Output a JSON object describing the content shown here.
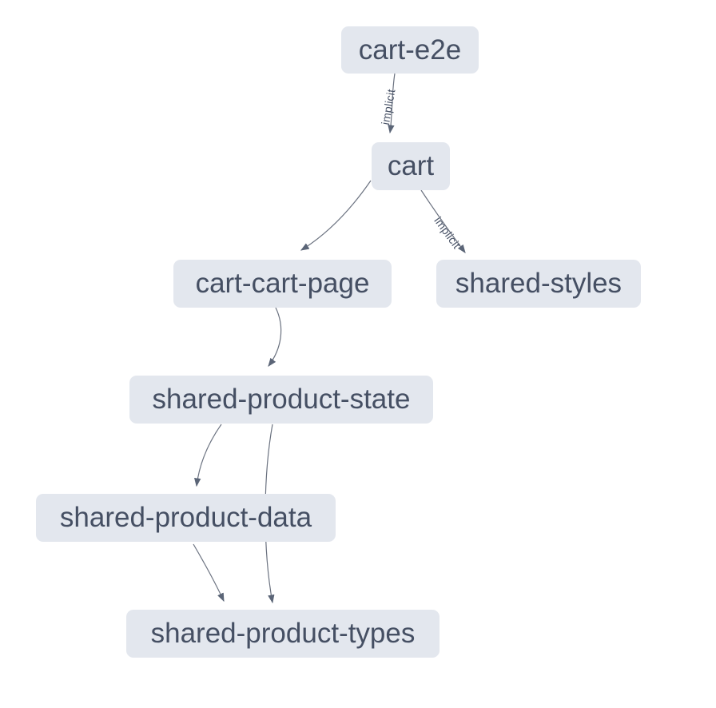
{
  "colors": {
    "background": "#ffffff",
    "node-fill": "#e3e7ee",
    "node-text-color": "#454f63",
    "edge-color": "#6b7280",
    "edge-arrow-color": "#5b6577",
    "edge-label-color": "#4a5468"
  },
  "graph": {
    "nodes": [
      {
        "id": "cart-e2e",
        "label": "cart-e2e"
      },
      {
        "id": "cart",
        "label": "cart"
      },
      {
        "id": "cart-cart-page",
        "label": "cart-cart-page"
      },
      {
        "id": "shared-styles",
        "label": "shared-styles"
      },
      {
        "id": "shared-product-state",
        "label": "shared-product-state"
      },
      {
        "id": "shared-product-data",
        "label": "shared-product-data"
      },
      {
        "id": "shared-product-types",
        "label": "shared-product-types"
      }
    ],
    "edges": [
      {
        "from": "cart-e2e",
        "to": "cart",
        "label": "implicit"
      },
      {
        "from": "cart",
        "to": "cart-cart-page",
        "label": ""
      },
      {
        "from": "cart",
        "to": "shared-styles",
        "label": "implicit"
      },
      {
        "from": "cart-cart-page",
        "to": "shared-product-state",
        "label": ""
      },
      {
        "from": "shared-product-state",
        "to": "shared-product-data",
        "label": ""
      },
      {
        "from": "shared-product-state",
        "to": "shared-product-types",
        "label": ""
      },
      {
        "from": "shared-product-data",
        "to": "shared-product-types",
        "label": ""
      }
    ]
  }
}
